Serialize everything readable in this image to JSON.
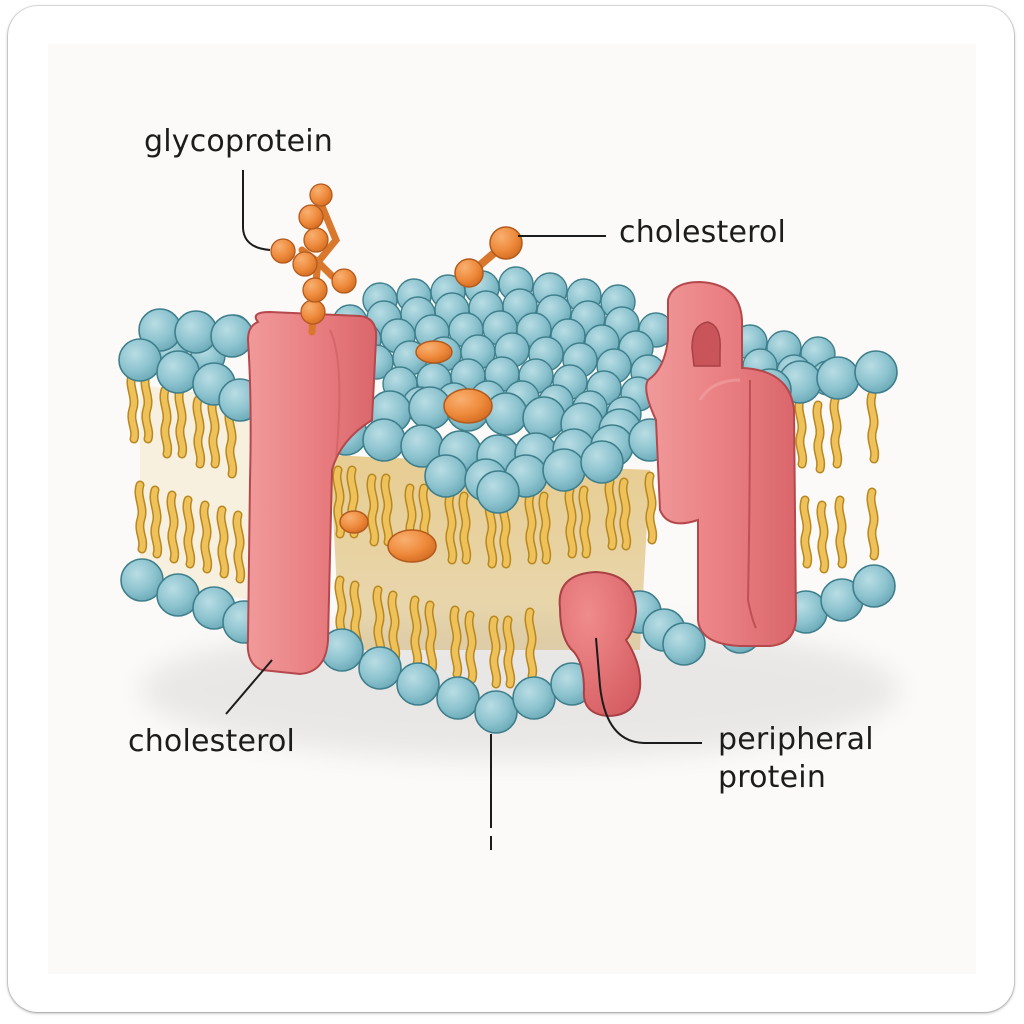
{
  "diagram": {
    "title": "Cell membrane (phospholipid bilayer) illustration",
    "colors": {
      "phospholipid_head": "#8cc3cf",
      "phospholipid_head_outline": "#3f7f8c",
      "fatty_acid_tail": "#e8b33c",
      "protein": "#e9777a",
      "protein_outline": "#b5484c",
      "cholesterol_orange": "#ee8a3c",
      "background": "#fbfaf8",
      "label_text": "#1c1c1c"
    },
    "labels": {
      "glycoprotein": "glycoprotein",
      "cholesterol_top": "cholesterol",
      "cholesterol_bottom": "cholesterol",
      "peripheral_protein_line1": "peripheral",
      "peripheral_protein_line2": "protein"
    },
    "components": [
      {
        "name": "glycoprotein",
        "icon": "branched-carbohydrate-chain"
      },
      {
        "name": "cholesterol",
        "icon": "orange-dumbbell-molecule"
      },
      {
        "name": "integral-protein-left",
        "icon": "pink-rounded-column"
      },
      {
        "name": "channel-protein-right",
        "icon": "pink-looped-column"
      },
      {
        "name": "peripheral-protein",
        "icon": "pink-bilobed-blob"
      },
      {
        "name": "phospholipid-bilayer",
        "icon": "blue-spheres-with-yellow-tails"
      }
    ]
  }
}
